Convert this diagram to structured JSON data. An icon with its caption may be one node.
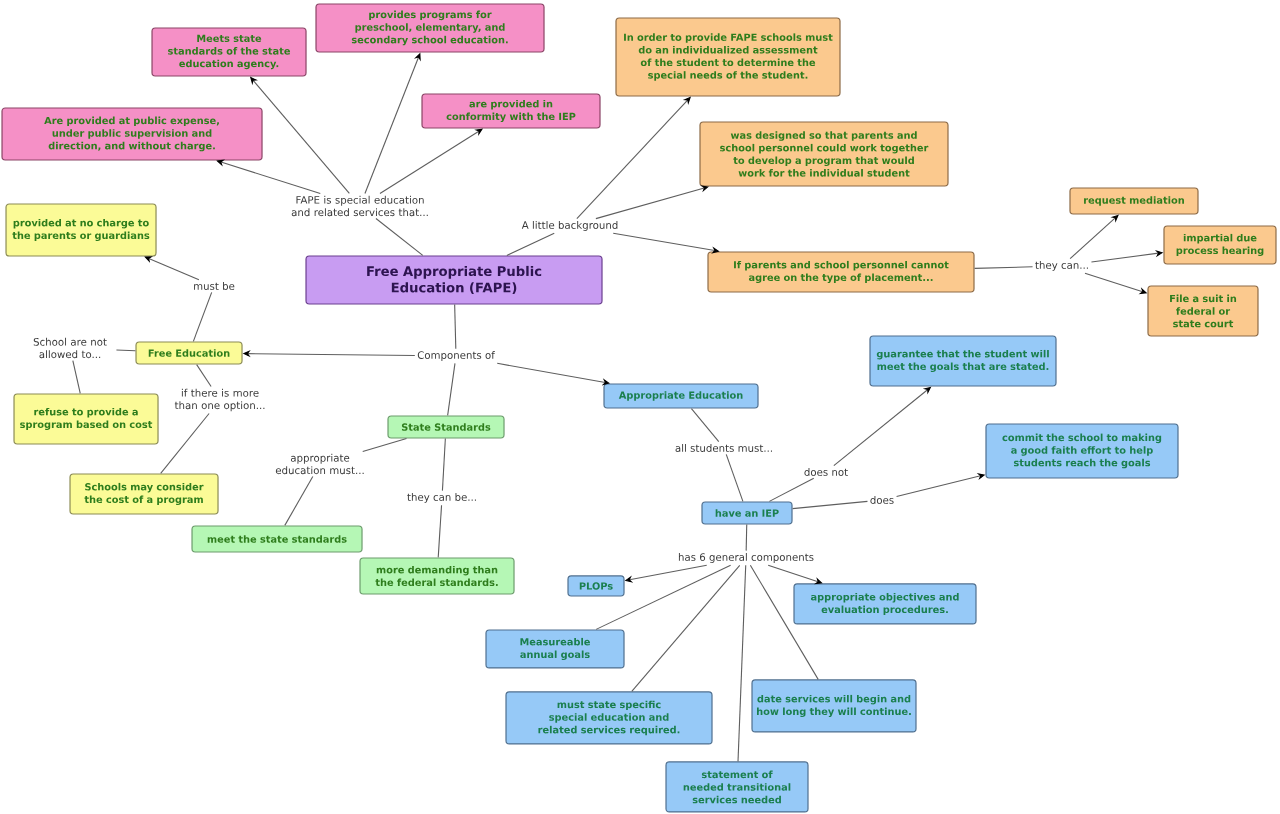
{
  "diagram": {
    "nodes": [
      {
        "text": [
          "provides programs for preschool, elementary, and secondary school education."
        ]
      },
      {
        "text": [
          "In order to provide FAPE schools must do an individualized assessment of the student to determine the special needs of the student."
        ]
      },
      {
        "text": [
          "Meets state standards of the state education agency."
        ]
      },
      {
        "text": [
          "are provided in conformity with the IEP"
        ]
      },
      {
        "text": [
          "Are provided at public expense, under public supervision and direction, and without charge."
        ]
      },
      {
        "text": [
          "was designed so that parents and school personnel could work together to develop a program that would work for the individual student"
        ]
      },
      {
        "text": [
          "request mediation"
        ]
      },
      {
        "text": [
          "provided at no charge to the parents or guardians"
        ]
      },
      {
        "text": [
          "FAPE is special education and related services that..."
        ]
      },
      {
        "text": [
          "A little background"
        ]
      },
      {
        "text": [
          "impartial due process hearing"
        ]
      },
      {
        "text": [
          "Free Appropriate Public Education (FAPE)"
        ]
      },
      {
        "text": [
          "If parents and school personnel cannot agree on the type of placement..."
        ]
      },
      {
        "text": [
          "they can..."
        ]
      },
      {
        "text": [
          "must be"
        ]
      },
      {
        "text": [
          "File a suit in federal or state court"
        ]
      },
      {
        "text": [
          "guarantee that the student will meet the goals that are stated."
        ]
      },
      {
        "text": [
          "School are not allowed to..."
        ]
      },
      {
        "text": [
          "Free Education"
        ]
      },
      {
        "text": [
          "Components of"
        ]
      },
      {
        "text": [
          "Appropriate Education"
        ]
      },
      {
        "text": [
          "if there is more than one option..."
        ]
      },
      {
        "text": [
          "refuse to provide a sprogram based on cost"
        ]
      },
      {
        "text": [
          "State Standards"
        ]
      },
      {
        "text": [
          "commit the school to making a good faith effort to help students reach the goals"
        ]
      },
      {
        "text": [
          "all students must..."
        ]
      },
      {
        "text": [
          "appropriate education must..."
        ]
      },
      {
        "text": [
          "does not"
        ]
      },
      {
        "text": [
          "Schools may consider the cost of a program"
        ]
      },
      {
        "text": [
          "they can be..."
        ]
      },
      {
        "text": [
          "does"
        ]
      },
      {
        "text": [
          "have an IEP"
        ]
      },
      {
        "text": [
          "meet the state standards"
        ]
      },
      {
        "text": [
          "has 6 general components"
        ]
      },
      {
        "text": [
          "more demanding than the federal standards."
        ]
      },
      {
        "text": [
          "PLOPs"
        ]
      },
      {
        "text": [
          "appropriate objectives and evaluation procedures."
        ]
      },
      {
        "text": [
          "Measureable annual goals"
        ]
      },
      {
        "text": [
          "date services will begin and how long they will continue."
        ]
      },
      {
        "text": [
          "must state specific special education and related services required."
        ]
      },
      {
        "text": [
          "statement of needed transitional services needed"
        ]
      }
    ],
    "edges": [
      {
        "from": 11,
        "to": 8,
        "arrow": "none"
      },
      {
        "from": 8,
        "to": 4,
        "arrow": "to"
      },
      {
        "from": 8,
        "to": 2,
        "arrow": "to"
      },
      {
        "from": 8,
        "to": 0,
        "arrow": "to"
      },
      {
        "from": 8,
        "to": 3,
        "arrow": "to"
      },
      {
        "from": 11,
        "to": 9,
        "arrow": "none"
      },
      {
        "from": 9,
        "to": 1,
        "arrow": "to"
      },
      {
        "from": 9,
        "to": 5,
        "arrow": "to"
      },
      {
        "from": 9,
        "to": 12,
        "arrow": "to"
      },
      {
        "from": 12,
        "to": 13,
        "arrow": "none"
      },
      {
        "from": 13,
        "to": 6,
        "arrow": "to"
      },
      {
        "from": 13,
        "to": 10,
        "arrow": "to"
      },
      {
        "from": 13,
        "to": 15,
        "arrow": "to"
      },
      {
        "from": 11,
        "to": 19,
        "arrow": "none"
      },
      {
        "from": 19,
        "to": 18,
        "arrow": "to"
      },
      {
        "from": 19,
        "to": 20,
        "arrow": "to"
      },
      {
        "from": 19,
        "to": 23,
        "arrow": "none"
      },
      {
        "from": 18,
        "to": 14,
        "arrow": "none"
      },
      {
        "from": 14,
        "to": 7,
        "arrow": "to"
      },
      {
        "from": 18,
        "to": 17,
        "arrow": "none"
      },
      {
        "from": 17,
        "to": 22,
        "arrow": "none"
      },
      {
        "from": 18,
        "to": 21,
        "arrow": "none"
      },
      {
        "from": 21,
        "to": 28,
        "arrow": "none"
      },
      {
        "from": 23,
        "to": 26,
        "arrow": "none"
      },
      {
        "from": 26,
        "to": 32,
        "arrow": "none"
      },
      {
        "from": 23,
        "to": 29,
        "arrow": "none"
      },
      {
        "from": 29,
        "to": 34,
        "arrow": "none"
      },
      {
        "from": 20,
        "to": 25,
        "arrow": "none"
      },
      {
        "from": 25,
        "to": 31,
        "arrow": "none"
      },
      {
        "from": 31,
        "to": 27,
        "arrow": "none"
      },
      {
        "from": 27,
        "to": 16,
        "arrow": "to"
      },
      {
        "from": 31,
        "to": 30,
        "arrow": "none"
      },
      {
        "from": 30,
        "to": 24,
        "arrow": "to"
      },
      {
        "from": 31,
        "to": 33,
        "arrow": "none"
      },
      {
        "from": 33,
        "to": 35,
        "arrow": "to"
      },
      {
        "from": 33,
        "to": 36,
        "arrow": "to"
      },
      {
        "from": 33,
        "to": 37,
        "arrow": "none"
      },
      {
        "from": 33,
        "to": 39,
        "arrow": "none"
      },
      {
        "from": 33,
        "to": 38,
        "arrow": "none"
      },
      {
        "from": 33,
        "to": 40,
        "arrow": "none"
      }
    ]
  }
}
